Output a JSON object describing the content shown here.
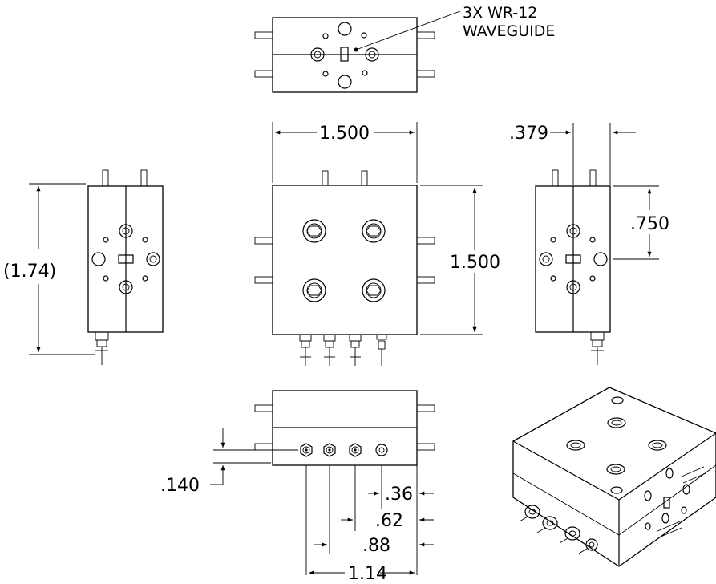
{
  "note": {
    "line1": "3X WR-12",
    "line2": "WAVEGUIDE"
  },
  "dims": {
    "width": "1.500",
    "height": "1.500",
    "overall": "(1.74)",
    "offset_x": ".379",
    "offset_y": ".750",
    "port_height": ".140",
    "p1": ".36",
    "p2": ".62",
    "p3": ".88",
    "p4": "1.14"
  }
}
